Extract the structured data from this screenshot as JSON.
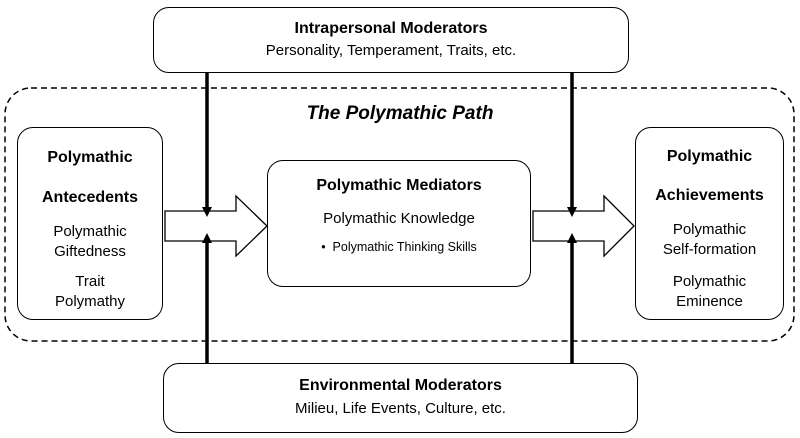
{
  "diagram": {
    "path_title": "The Polymathic Path",
    "intrapersonal": {
      "title": "Intrapersonal Moderators",
      "subtitle": "Personality, Temperament, Traits, etc."
    },
    "environmental": {
      "title": "Environmental Moderators",
      "subtitle": "Milieu, Life Events, Culture, etc."
    },
    "antecedents": {
      "title_line1": "Polymathic",
      "title_line2": "Antecedents",
      "items": [
        {
          "line1": "Polymathic",
          "line2": "Giftedness"
        },
        {
          "line1": "Trait",
          "line2": "Polymathy"
        }
      ]
    },
    "mediators": {
      "title": "Polymathic Mediators",
      "knowledge": "Polymathic Knowledge",
      "bullet_symbol": "•",
      "bullet": "Polymathic Thinking Skills"
    },
    "achievements": {
      "title_line1": "Polymathic",
      "title_line2": "Achievements",
      "items": [
        {
          "line1": "Polymathic",
          "line2": "Self-formation"
        },
        {
          "line1": "Polymathic",
          "line2": "Eminence"
        }
      ]
    }
  }
}
